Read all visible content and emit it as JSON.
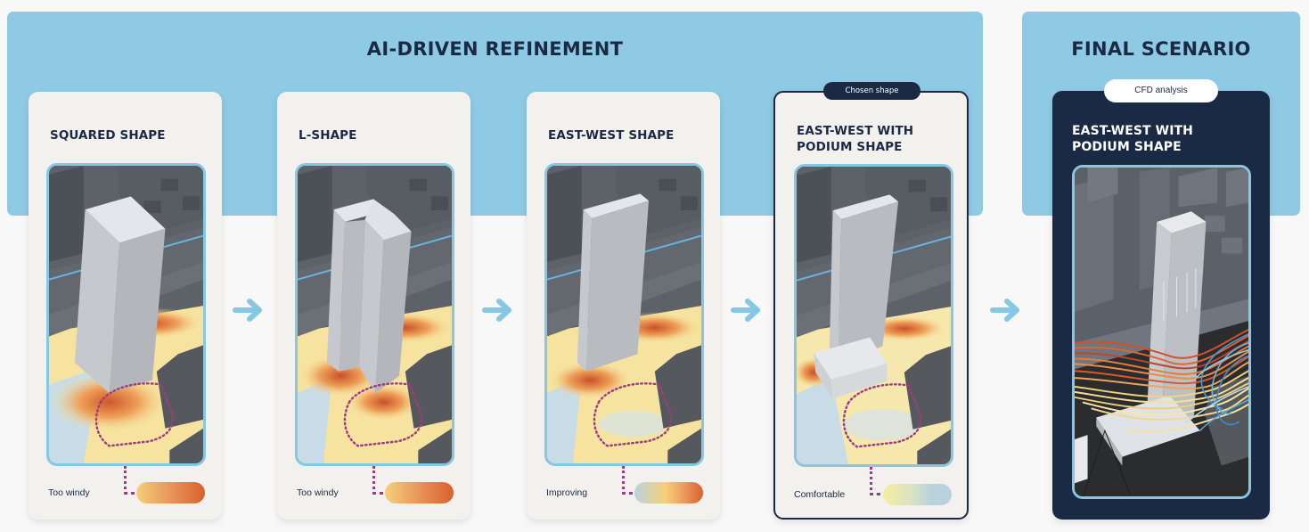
{
  "sections": {
    "refinement": {
      "title": "AI-DRIVEN REFINEMENT",
      "bg_color": "#8ecae4"
    },
    "final": {
      "title": "FINAL SCENARIO",
      "bg_color": "#8ecae4"
    }
  },
  "cards": [
    {
      "title_lines": [
        "SQUARED SHAPE"
      ],
      "legend_label": "Too windy",
      "legend_gradient": [
        "#f5d07a",
        "#d9602e"
      ],
      "building": "squared"
    },
    {
      "title_lines": [
        "L-SHAPE"
      ],
      "legend_label": "Too windy",
      "legend_gradient": [
        "#f5d07a",
        "#d9602e"
      ],
      "building": "l-shape"
    },
    {
      "title_lines": [
        "EAST-WEST SHAPE"
      ],
      "legend_label": "Improving",
      "legend_gradient": [
        "#b9d3dc",
        "#f5d07a",
        "#d9602e"
      ],
      "building": "east-west"
    },
    {
      "title_lines": [
        "EAST-WEST WITH",
        "PODIUM SHAPE"
      ],
      "legend_label": "Comfortable",
      "legend_gradient": [
        "#f7eda0",
        "#b9d3dc"
      ],
      "building": "east-west-podium",
      "badge": "Chosen shape"
    }
  ],
  "final_card": {
    "badge": "CFD analysis",
    "title_lines": [
      "EAST-WEST WITH",
      "PODIUM SHAPE"
    ]
  },
  "colors": {
    "navy": "#1b2a44",
    "accent_blue": "#86c7e3",
    "zone_outline": "#9b3d7e",
    "windy": "#d9602e",
    "calm": "#f5d07a",
    "comfortable": "#b9d3dc"
  },
  "icons": {
    "flow_arrow": "arrow-right-icon"
  }
}
